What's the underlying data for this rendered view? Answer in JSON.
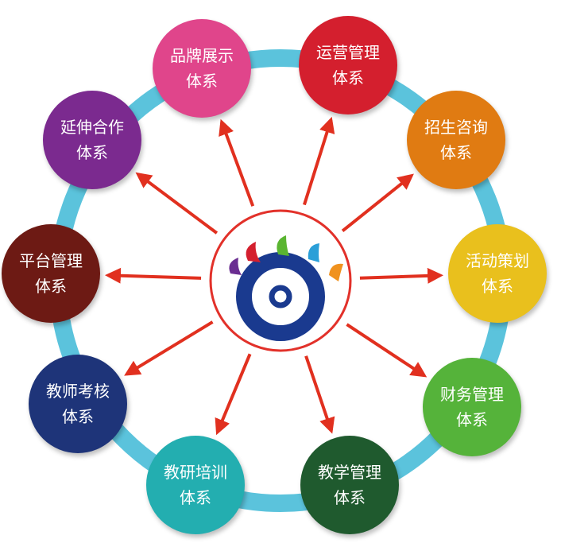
{
  "center": {
    "ring_color": "#e2312a",
    "logo_blue": "#1a3a8f"
  },
  "ring_color": "#5bc3dc",
  "arrow_color": "#e1301f",
  "nodes": [
    {
      "line1": "品牌展示",
      "line2": "体系",
      "color": "#e0458b"
    },
    {
      "line1": "运营管理",
      "line2": "体系",
      "color": "#d41f2e"
    },
    {
      "line1": "招生咨询",
      "line2": "体系",
      "color": "#e07b12"
    },
    {
      "line1": "活动策划",
      "line2": "体系",
      "color": "#e9c01d"
    },
    {
      "line1": "财务管理",
      "line2": "体系",
      "color": "#55b33a"
    },
    {
      "line1": "教学管理",
      "line2": "体系",
      "color": "#1f5a2e"
    },
    {
      "line1": "教研培训",
      "line2": "体系",
      "color": "#23aeb0"
    },
    {
      "line1": "教师考核",
      "line2": "体系",
      "color": "#1e3479"
    },
    {
      "line1": "平台管理",
      "line2": "体系",
      "color": "#6d1a14"
    },
    {
      "line1": "延伸合作",
      "line2": "体系",
      "color": "#7b2a8f"
    }
  ]
}
